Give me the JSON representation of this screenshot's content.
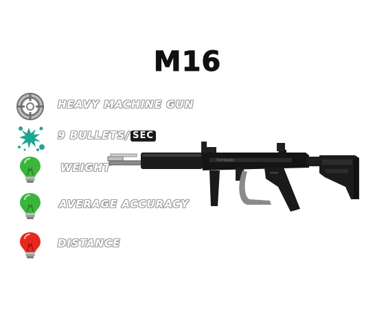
{
  "weapon": {
    "name": "M16"
  },
  "stats": [
    {
      "id": "type",
      "icon": "crosshair-icon",
      "label": "HEAVY MACHINE GUN",
      "suffix": ""
    },
    {
      "id": "rate",
      "icon": "paint-splat-icon",
      "label": "9 BULLETS/",
      "suffix": "SEC"
    },
    {
      "id": "weight",
      "icon": "green-bulb-icon",
      "label": "WEIGHT",
      "suffix": ""
    },
    {
      "id": "accuracy",
      "icon": "green-bulb-icon",
      "label": "AVERAGE ACCURACY",
      "suffix": ""
    },
    {
      "id": "distance",
      "icon": "red-bulb-icon",
      "label": "DISTANCE",
      "suffix": ""
    }
  ],
  "colors": {
    "splat": "#1fa58f",
    "bulb_green": "#3db53d",
    "bulb_red": "#e8281e",
    "crosshair": "#8a8a8a"
  }
}
